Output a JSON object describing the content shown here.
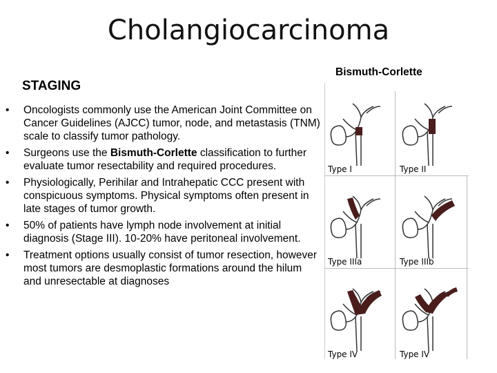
{
  "title": "Cholangiocarcinoma",
  "section_heading": "STAGING",
  "bullets": [
    {
      "text": "Oncologists commonly use the American Joint Committee on Cancer Guidelines (AJCC) tumor, node, and metastasis (TNM) scale to classify tumor pathology."
    },
    {
      "before": "Surgeons use the ",
      "bold": "Bismuth-Corlette",
      "after": " classification to further evaluate tumor resectability and required procedures."
    },
    {
      "text": "Physiologically, Perihilar and Intrahepatic CCC present with conspicuous symptoms. Physical symptoms often present in late stages of tumor growth."
    },
    {
      "text": "50% of patients have lymph node involvement at initial diagnosis (Stage III). 10-20% have peritoneal involvement."
    },
    {
      "text": "Treatment options usually consist of tumor resection, however most tumors are desmoplastic formations around the hilum and unresectable at diagnoses"
    }
  ],
  "figure": {
    "caption": "Bismuth-Corlette",
    "labels": [
      "Type I",
      "Type II",
      "Type IIIa",
      "Type IIIb",
      "Type IV",
      "Type IV"
    ],
    "tumor_color": "#4a1d1d"
  }
}
